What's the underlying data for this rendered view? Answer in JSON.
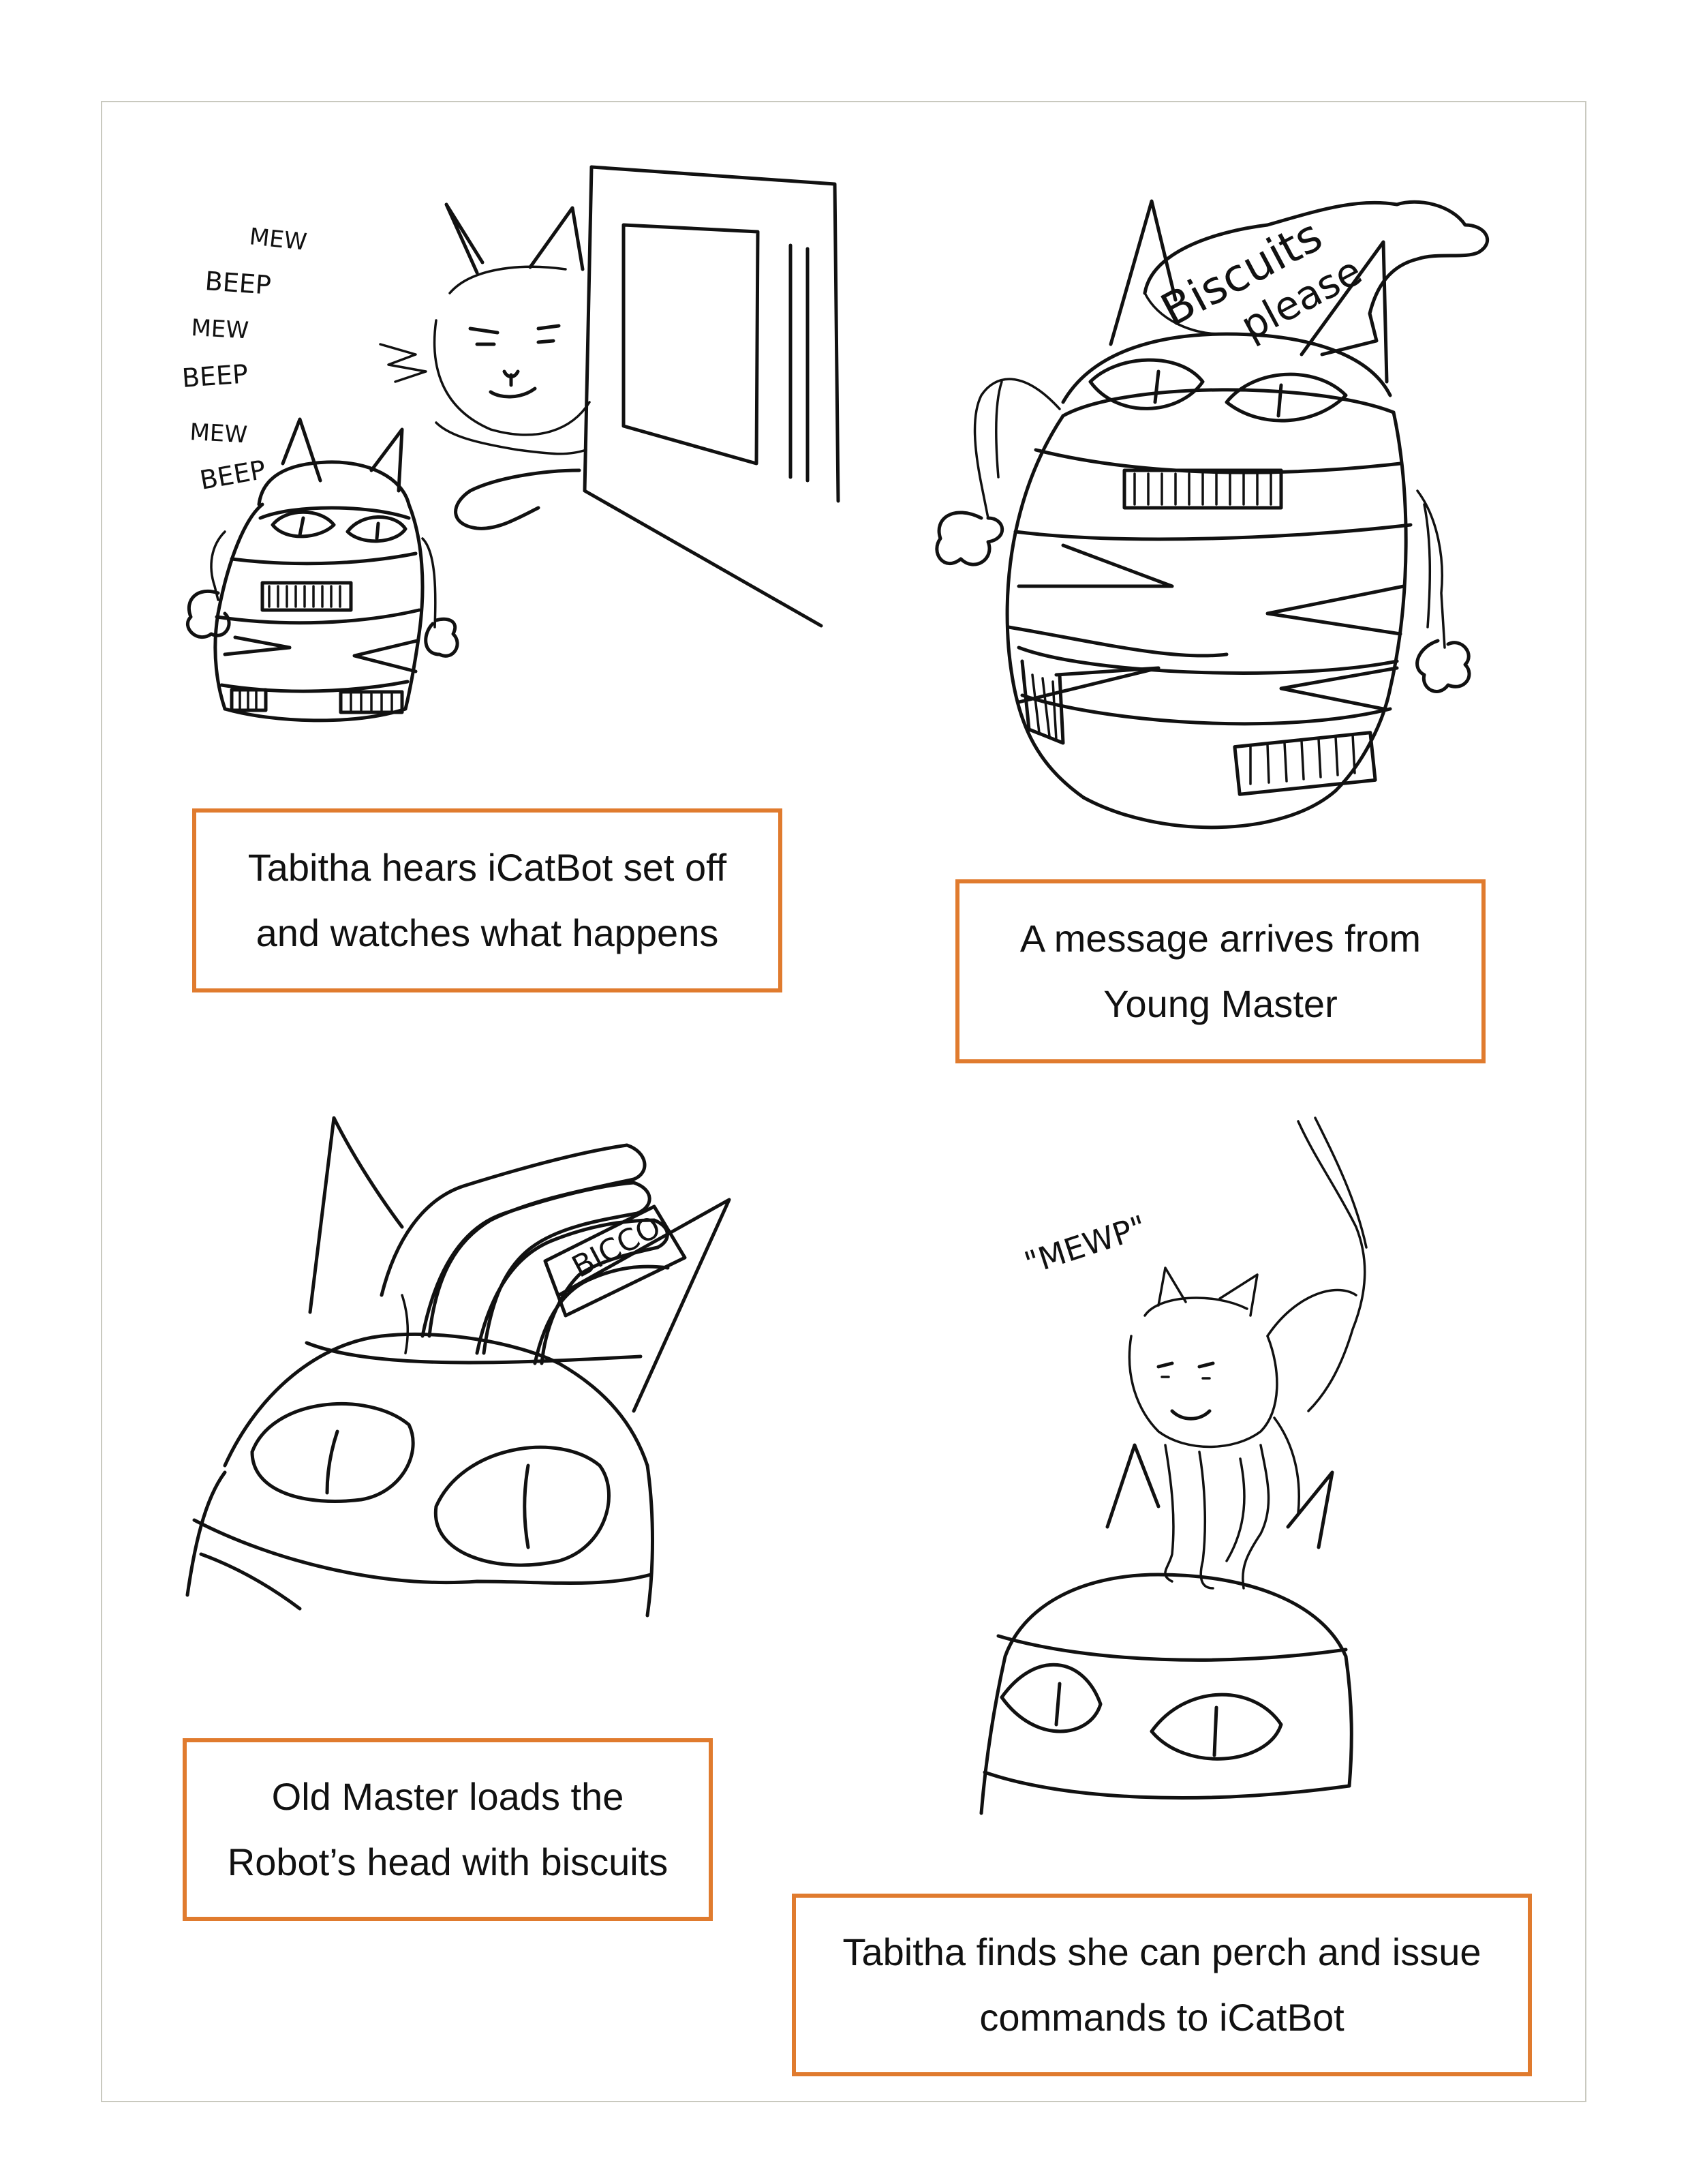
{
  "panels": [
    {
      "caption": "Tabitha hears iCatBot set off\nand watches what happens",
      "sounds": [
        "MEW",
        "BEEP",
        "MEW",
        "BEEP",
        "MEW",
        "BEEP"
      ]
    },
    {
      "caption": "A message arrives from\nYoung Master",
      "note": [
        "Biscuits",
        "please"
      ]
    },
    {
      "caption": "Old Master loads the\nRobot’s head with biscuits",
      "box_label": "BICCO"
    },
    {
      "caption": "Tabitha finds she can perch and issue\ncommands to iCatBot",
      "sound": "\"MEWP\""
    }
  ],
  "colors": {
    "caption_border": "#e07b2e",
    "frame_border": "#c9c9bf",
    "ink": "#111111"
  }
}
